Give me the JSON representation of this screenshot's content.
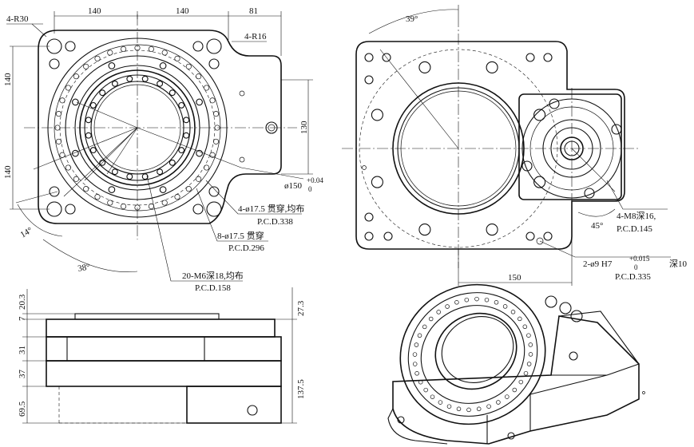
{
  "front_view": {
    "dim_top_1": "140",
    "dim_top_2": "140",
    "dim_top_3": "81",
    "corner_radius": "4-R30",
    "side_radius": "4-R16",
    "dim_left_1": "140",
    "dim_left_2": "140",
    "dim_right_130": "130",
    "bore": "ø150",
    "bore_tol_up": "+0.04",
    "bore_tol_low": "0",
    "angle_14": "14°",
    "angle_38": "38°",
    "callout_1_line1": "4-ø17.5 贯穿,均布",
    "callout_1_line2": "P.C.D.338",
    "callout_2_line1": "8-ø17.5 贯穿",
    "callout_2_line2": "P.C.D.296",
    "callout_3_line1": "20-M6深18,均布",
    "callout_3_line2": "P.C.D.158"
  },
  "back_view": {
    "angle_39": "39°",
    "angle_45": "45°",
    "dim_150": "150",
    "callout_1_line1": "4-M8深16,",
    "callout_1_line2": "P.C.D.145",
    "callout_2_prefix": "2-ø9 H7",
    "callout_2_tol_up": "+0.015",
    "callout_2_tol_low": "0",
    "callout_2_suffix": "深10",
    "callout_2_line2": "P.C.D.335"
  },
  "side_view": {
    "dim_20_3": "20.3",
    "dim_7": "7",
    "dim_31": "31",
    "dim_37": "37",
    "dim_69_5": "69.5",
    "dim_27_3": "27.3",
    "dim_137_5": "137.5"
  }
}
